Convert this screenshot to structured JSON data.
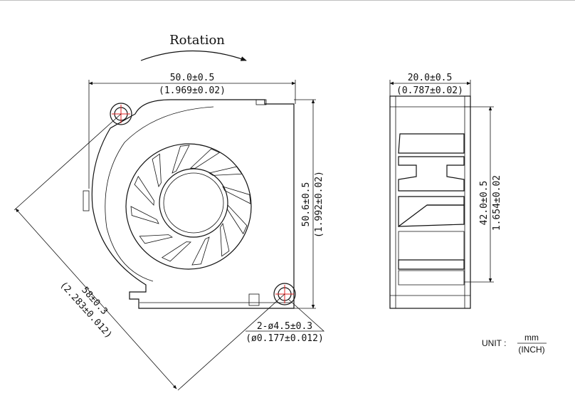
{
  "rotation_label": "Rotation",
  "front_view": {
    "width_mm": "50.0±0.5",
    "width_inch": "(1.969±0.02)",
    "height_mm": "50.6±0.5",
    "height_inch": "(1.992±0.02)",
    "diagonal_mm": "58±0.3",
    "diagonal_inch": "(2.283±0.012)",
    "hole_mm": "2-ø4.5±0.3",
    "hole_inch": "(ø0.177±0.012)"
  },
  "side_view": {
    "depth_mm": "20.0±0.5",
    "depth_inch": "(0.787±0.02)",
    "height_mm": "42.0±0.5",
    "height_inch": "1.654±0.02"
  },
  "unit": {
    "label": "UNIT :",
    "numerator": "mm",
    "denominator": "(INCH)"
  },
  "colors": {
    "line": "#111111",
    "hole_marker": "#e02020",
    "border": "#bfbfbf"
  }
}
